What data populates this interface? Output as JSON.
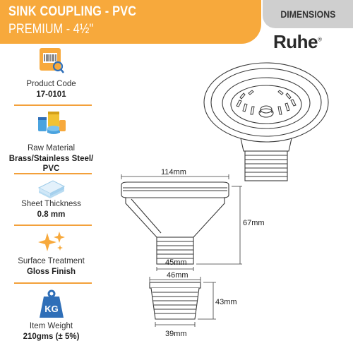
{
  "header": {
    "title": "SINK COUPLING - PVC",
    "subtitle": "PREMIUM - 4½\""
  },
  "dimensions_tag": "DIMENSIONS",
  "brand": "Ruhe",
  "features": [
    {
      "icon": "barcode-icon",
      "label": "Product Code",
      "value": "17-0101"
    },
    {
      "icon": "raw-material-icon",
      "label": "Raw Material",
      "value": "Brass/Stainless Steel/ PVC"
    },
    {
      "icon": "sheet-thickness-icon",
      "label": "Sheet Thickness",
      "value": "0.8 mm"
    },
    {
      "icon": "sparkle-icon",
      "label": "Surface Treatment",
      "value": "Gloss Finish"
    },
    {
      "icon": "weight-icon",
      "label": "Item Weight",
      "value": "210gms (± 5%)",
      "icon_text": "KG"
    }
  ],
  "dimensions": {
    "top_width": "114mm",
    "height": "67mm",
    "thread_width": "45mm",
    "nut_top": "46mm",
    "nut_height": "43mm",
    "nut_bottom": "39mm"
  },
  "colors": {
    "accent": "#f7a93c",
    "tag": "#cfcfcf",
    "line": "#3a3a3a",
    "icon_blue": "#2f6fb8"
  }
}
